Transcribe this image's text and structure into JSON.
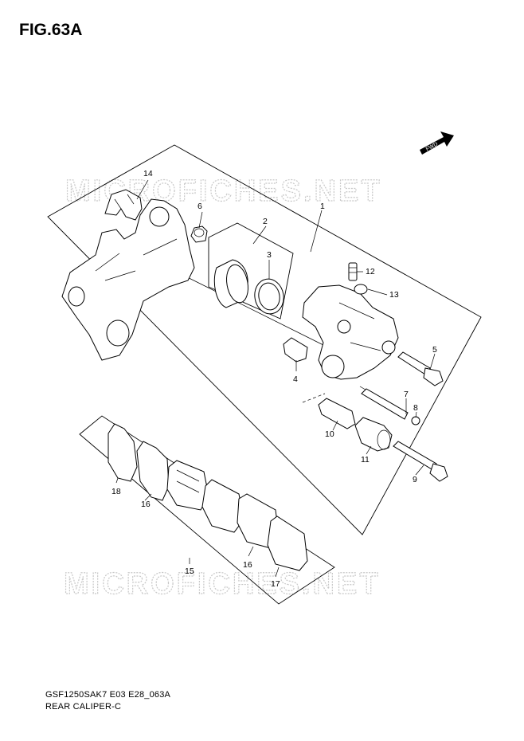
{
  "header": {
    "title": "FIG.63A"
  },
  "footer": {
    "code": "GSF1250SAK7 E03 E28_063A",
    "name": "REAR CALIPER-C"
  },
  "direction_label": "FWD",
  "watermark": {
    "text": "MICROFICHES.NET"
  },
  "callouts": {
    "c1": "1",
    "c2": "2",
    "c3": "3",
    "c4": "4",
    "c5": "5",
    "c6": "6",
    "c7": "7",
    "c8": "8",
    "c9": "9",
    "c10": "10",
    "c11": "11",
    "c12": "12",
    "c13": "13",
    "c14": "14",
    "c15": "15",
    "c16a": "16",
    "c16b": "16",
    "c17": "17",
    "c18": "18"
  }
}
